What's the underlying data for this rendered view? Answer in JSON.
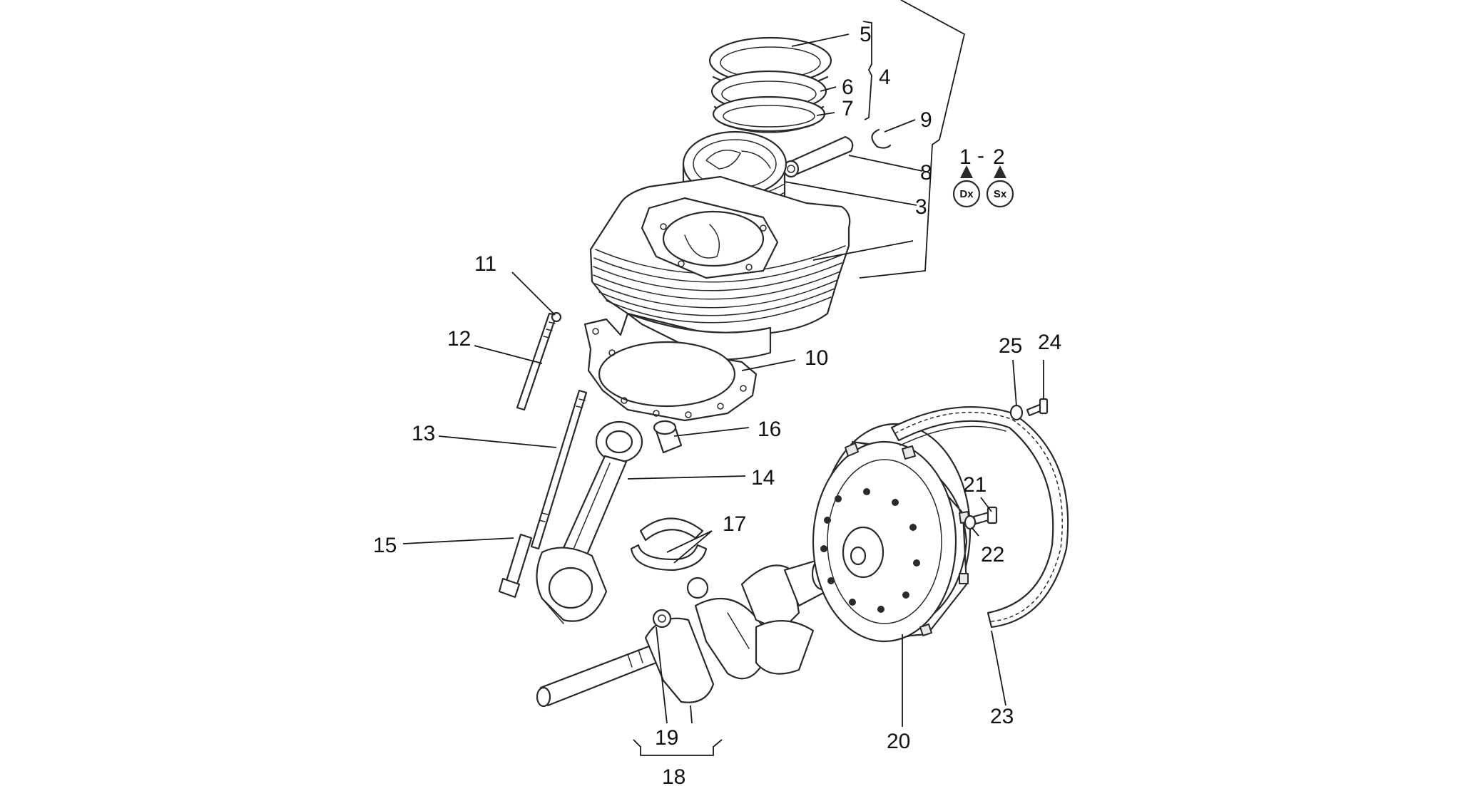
{
  "callouts": {
    "c1": "1",
    "c2": "2",
    "dash": "-",
    "c3": "3",
    "c4": "4",
    "c5": "5",
    "c6": "6",
    "c7": "7",
    "c8": "8",
    "c9": "9",
    "c10": "10",
    "c11": "11",
    "c12": "12",
    "c13": "13",
    "c14": "14",
    "c15": "15",
    "c16": "16",
    "c17": "17",
    "c18": "18",
    "c19": "19",
    "c20": "20",
    "c21": "21",
    "c22": "22",
    "c23": "23",
    "c24": "24",
    "c25": "25"
  },
  "badges": {
    "right": "Dx",
    "left": "Sx"
  },
  "colors": {
    "line": "#2a2a2a",
    "background": "#ffffff"
  }
}
